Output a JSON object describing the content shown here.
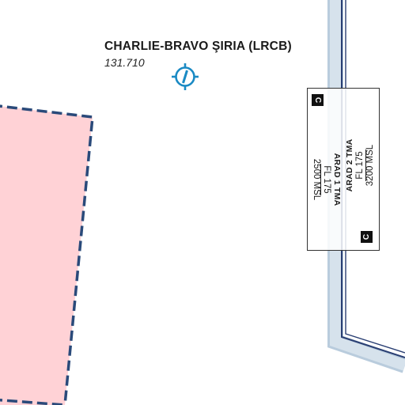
{
  "airfield": {
    "name": "CHARLIE-BRAVO ŞIRIA (LRCB)",
    "frequency": "131.710",
    "symbol_icon": "airfield-symbol-icon"
  },
  "tma_left": {
    "name": "ARAD 1 TMA",
    "upper": "FL 175",
    "lower": "2500 MSL",
    "class": "C"
  },
  "tma_right": {
    "name": "ARAD 2 TMA",
    "upper": "FL 175",
    "lower": "3200 MSL",
    "class": "C"
  },
  "colors": {
    "restricted_fill": "#ffd2d6",
    "restricted_border": "#2a4a7a",
    "boundary_line": "#2a3f73",
    "boundary_halo": "#b9ccdd",
    "airfield_symbol": "#1a8ac4"
  }
}
